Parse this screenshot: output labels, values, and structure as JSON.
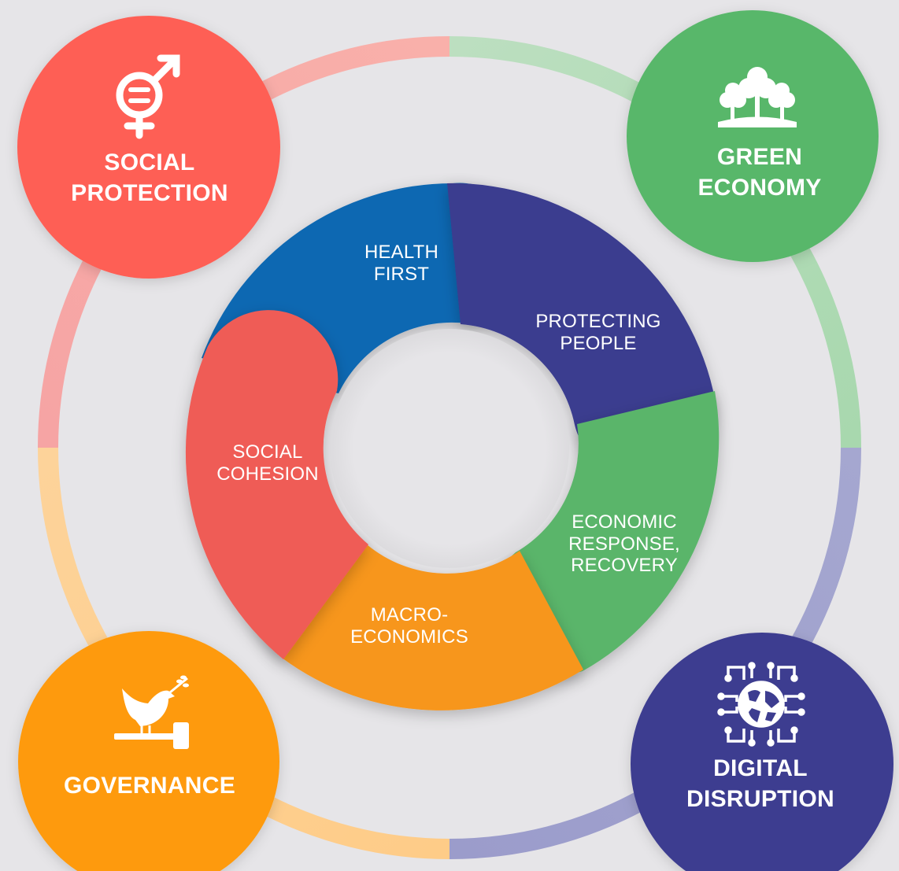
{
  "colors": {
    "background": "#e6e5e8",
    "blue": "#0f68b2",
    "navy": "#3a3c8f",
    "green": "#5ab56a",
    "orange": "#f7961d",
    "red": "#ef5b57",
    "social_red": "#fe5f55",
    "green_circle": "#58b76b",
    "orange_circle": "#fe9a0b",
    "navy_circle": "#3d3d90"
  },
  "inner_ring": {
    "health_first": [
      "HEALTH",
      "FIRST"
    ],
    "protecting_people": [
      "PROTECTING",
      "PEOPLE"
    ],
    "economic_response": [
      "ECONOMIC",
      "RESPONSE,",
      "RECOVERY"
    ],
    "macro_economics": [
      "MACRO-",
      "ECONOMICS"
    ],
    "social_cohesion": [
      "SOCIAL",
      "COHESION"
    ]
  },
  "outer_circles": {
    "social_protection": {
      "lines": [
        "SOCIAL",
        "PROTECTION"
      ],
      "icon": "gender-equality-icon"
    },
    "green_economy": {
      "lines": [
        "GREEN",
        "ECONOMY"
      ],
      "icon": "trees-icon"
    },
    "governance": {
      "lines": [
        "GOVERNANCE"
      ],
      "icon": "dove-gavel-icon"
    },
    "digital_disruption": {
      "lines": [
        "DIGITAL",
        "DISRUPTION"
      ],
      "icon": "globe-circuit-icon"
    }
  }
}
